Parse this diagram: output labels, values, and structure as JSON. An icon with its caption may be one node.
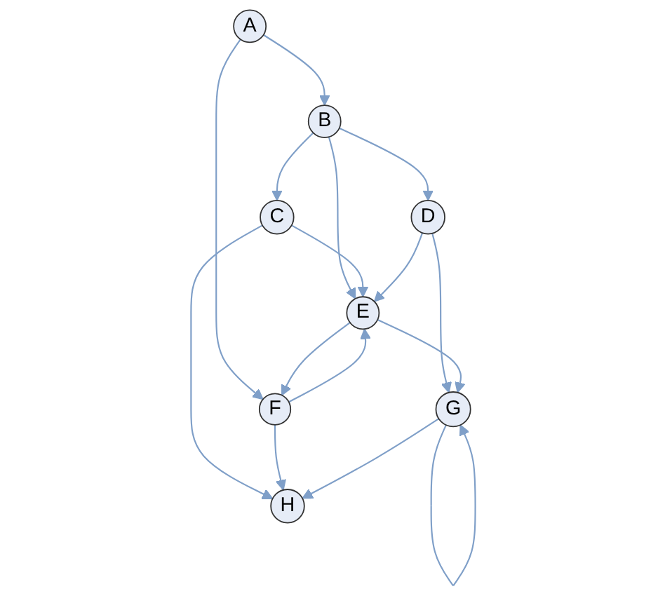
{
  "diagram": {
    "nodes": [
      {
        "text": [
          "A"
        ]
      },
      {
        "text": [
          "B"
        ]
      },
      {
        "text": [
          "C"
        ]
      },
      {
        "text": [
          "D"
        ]
      },
      {
        "text": [
          "E"
        ]
      },
      {
        "text": [
          "F"
        ]
      },
      {
        "text": [
          "G"
        ]
      },
      {
        "text": [
          "H"
        ]
      }
    ],
    "edges": [
      {
        "from": 0,
        "to": 1,
        "arrow": "to"
      },
      {
        "from": 0,
        "to": 5,
        "arrow": "to"
      },
      {
        "from": 1,
        "to": 2,
        "arrow": "to"
      },
      {
        "from": 1,
        "to": 4,
        "arrow": "to"
      },
      {
        "from": 1,
        "to": 3,
        "arrow": "to"
      },
      {
        "from": 2,
        "to": 4,
        "arrow": "to"
      },
      {
        "from": 2,
        "to": 7,
        "arrow": "to"
      },
      {
        "from": 3,
        "to": 4,
        "arrow": "to"
      },
      {
        "from": 3,
        "to": 6,
        "arrow": "to"
      },
      {
        "from": 4,
        "to": 5,
        "arrow": "to"
      },
      {
        "from": 4,
        "to": 6,
        "arrow": "to"
      },
      {
        "from": 5,
        "to": 4,
        "arrow": "to"
      },
      {
        "from": 5,
        "to": 7,
        "arrow": "to"
      },
      {
        "from": 6,
        "to": 7,
        "arrow": "to"
      },
      {
        "from": 6,
        "to": 6,
        "arrow": "to"
      }
    ]
  }
}
